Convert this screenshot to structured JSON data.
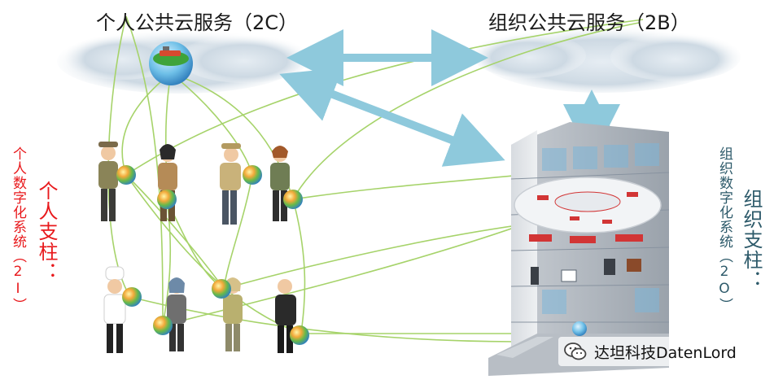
{
  "titles": {
    "personal_cloud": "个人公共云服务（2C）",
    "org_cloud": "组织公共云服务（2B）"
  },
  "left_labels": {
    "pillar": "个人支柱：",
    "system": "个人数字化系统（2I）"
  },
  "right_labels": {
    "pillar": "组织支柱：",
    "system": "组织数字化系统（2O）"
  },
  "watermark": {
    "icon": "wechat-icon",
    "text": "达坦科技DatenLord"
  },
  "colors": {
    "personal_text": "#e8191c",
    "org_text": "#2d5a6a",
    "arrow": "#8ec9dc",
    "links": "#a6d36a"
  }
}
